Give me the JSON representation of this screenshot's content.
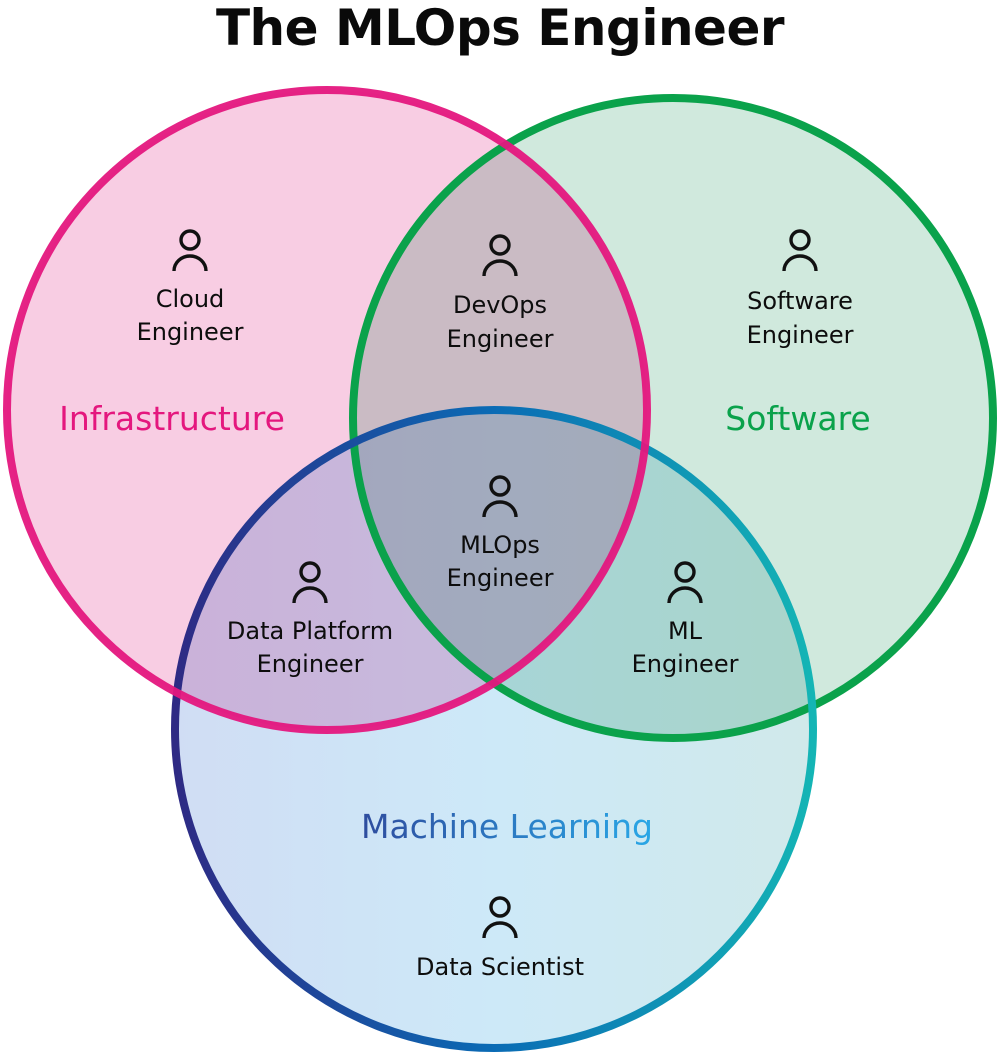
{
  "title": "The MLOps Engineer",
  "sets": [
    {
      "id": "infrastructure",
      "label": "Infrastructure",
      "color": "#e4177e",
      "fill": "#f8cde3"
    },
    {
      "id": "software",
      "label": "Software",
      "color": "#0aa24b",
      "fill": "#d0e9dd"
    },
    {
      "id": "machine-learning",
      "label": "Machine Learning",
      "color_start": "#2e2a84",
      "color_end": "#14b5b5",
      "text_start": "#2e4c9e",
      "text_end": "#29a7e6",
      "fill_start": "#d0ddf4",
      "fill_end": "#d0e9ea"
    }
  ],
  "roles": [
    {
      "id": "cloud-engineer",
      "lines": [
        "Cloud",
        "Engineer"
      ],
      "sets": [
        "infrastructure"
      ],
      "icon": "person-icon"
    },
    {
      "id": "devops-engineer",
      "lines": [
        "DevOps",
        "Engineer"
      ],
      "sets": [
        "infrastructure",
        "software"
      ],
      "icon": "person-icon"
    },
    {
      "id": "software-engineer",
      "lines": [
        "Software",
        "Engineer"
      ],
      "sets": [
        "software"
      ],
      "icon": "person-icon"
    },
    {
      "id": "mlops-engineer",
      "lines": [
        "MLOps",
        "Engineer"
      ],
      "sets": [
        "infrastructure",
        "software",
        "machine-learning"
      ],
      "icon": "person-icon"
    },
    {
      "id": "data-platform-engineer",
      "lines": [
        "Data Platform",
        "Engineer"
      ],
      "sets": [
        "infrastructure",
        "machine-learning"
      ],
      "icon": "person-icon"
    },
    {
      "id": "ml-engineer",
      "lines": [
        "ML",
        "Engineer"
      ],
      "sets": [
        "software",
        "machine-learning"
      ],
      "icon": "person-icon"
    },
    {
      "id": "data-scientist",
      "lines": [
        "Data Scientist"
      ],
      "sets": [
        "machine-learning"
      ],
      "icon": "person-icon"
    }
  ]
}
